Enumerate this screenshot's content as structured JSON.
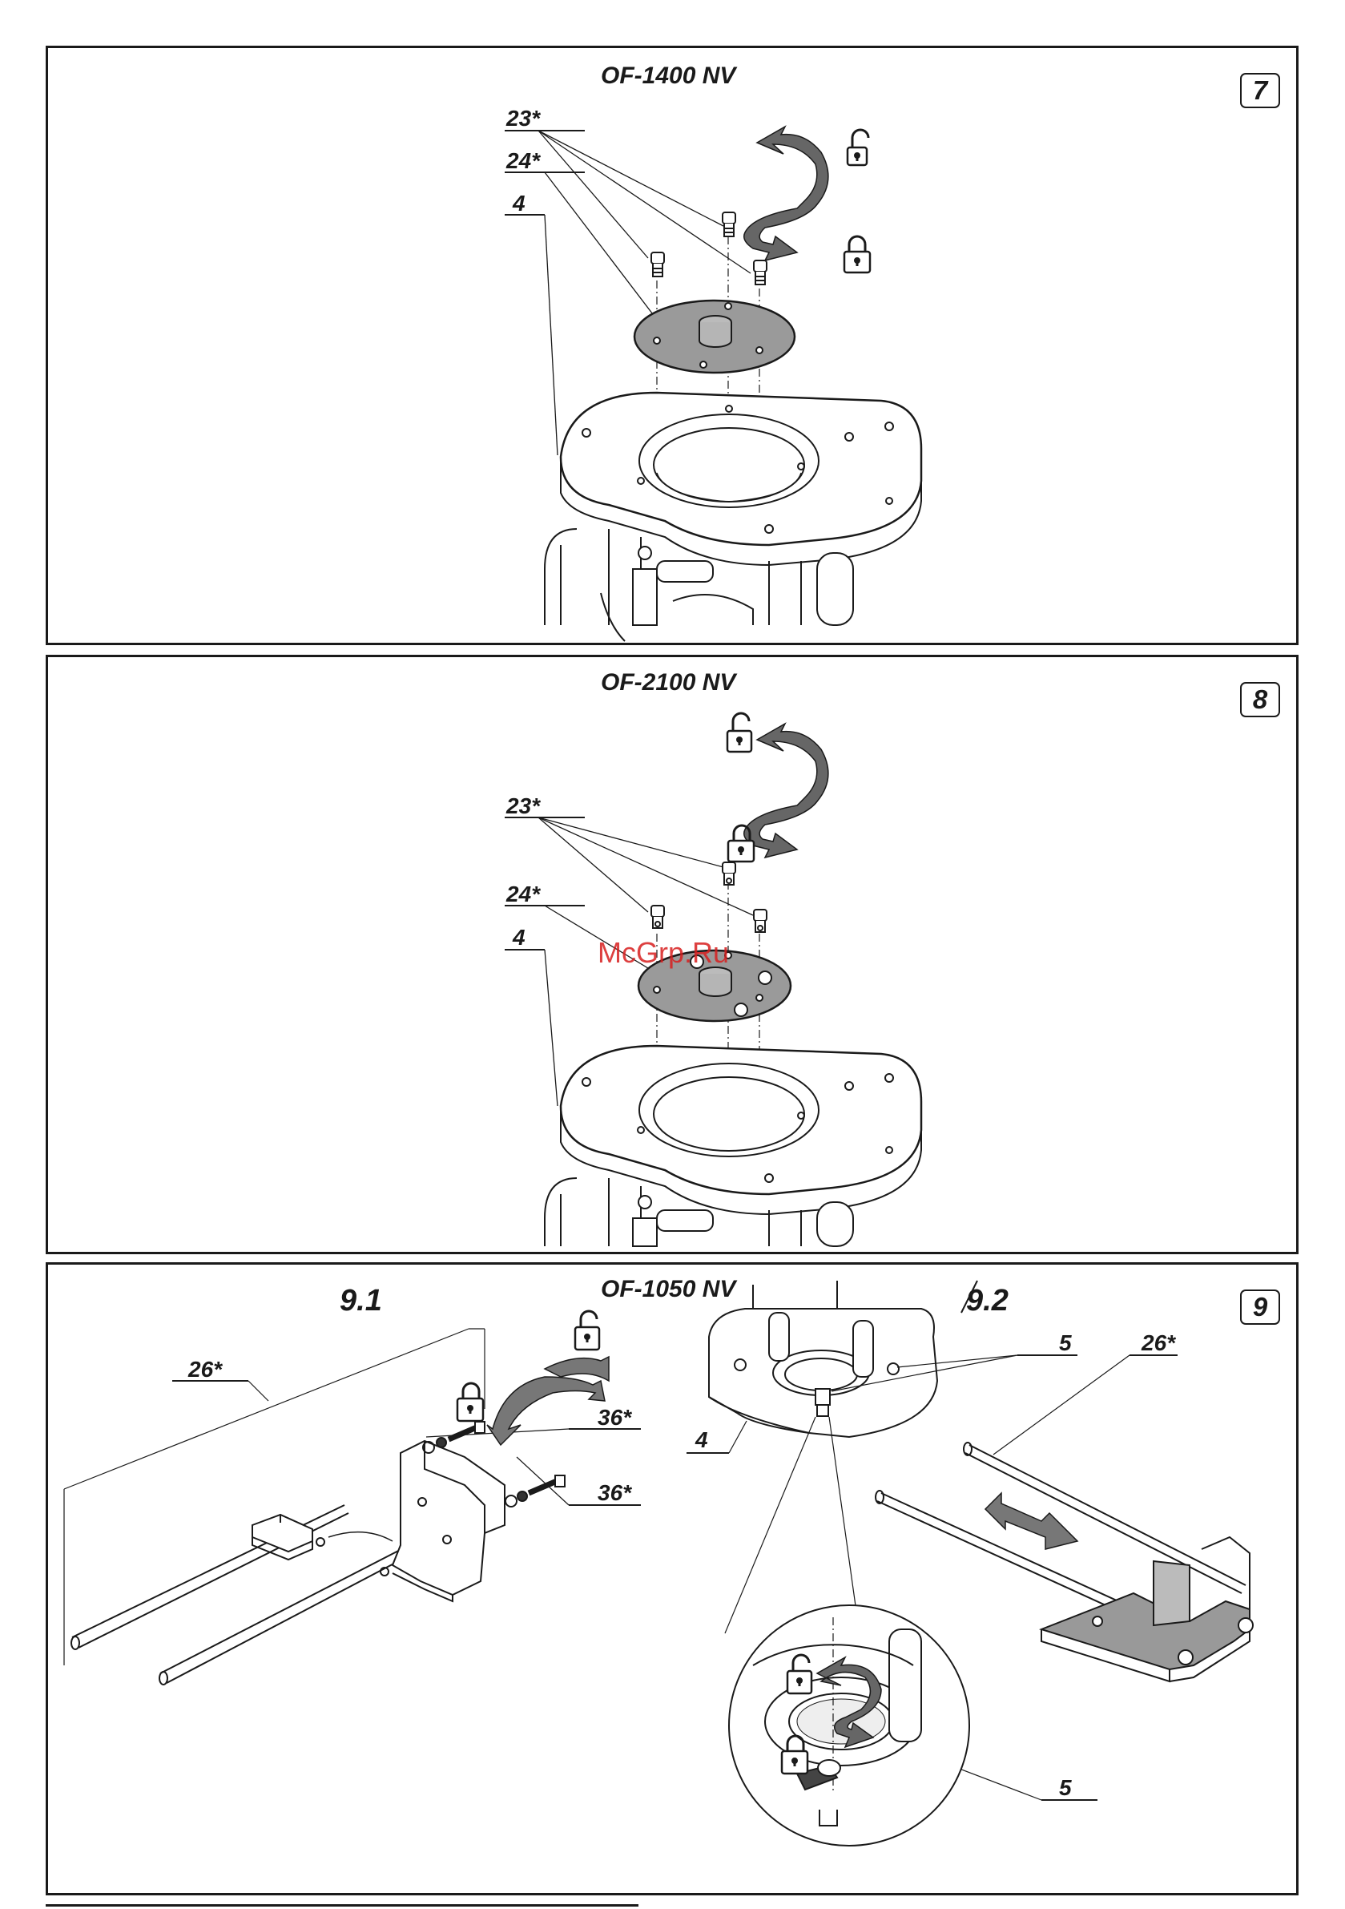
{
  "figures": [
    {
      "number": "7",
      "model": "OF-1400 NV",
      "callouts": [
        "23*",
        "24*",
        "4"
      ]
    },
    {
      "number": "8",
      "model": "OF-2100 NV",
      "callouts": [
        "23*",
        "24*",
        "4"
      ]
    },
    {
      "number": "9",
      "model": "OF-1050 NV",
      "sub_left": "9.1",
      "sub_right": "9.2",
      "callouts_left": [
        "26*",
        "36*",
        "36*"
      ],
      "callouts_right": [
        "5",
        "26*",
        "4",
        "5"
      ]
    }
  ],
  "watermark": "McGrp.Ru",
  "colors": {
    "line": "#1a1a1a",
    "plate": "#9a9a9a",
    "watermark": "#d71e1e"
  },
  "icons": [
    "lock-open-icon",
    "lock-closed-icon",
    "rotate-arrow-icon",
    "double-arrow-icon"
  ]
}
